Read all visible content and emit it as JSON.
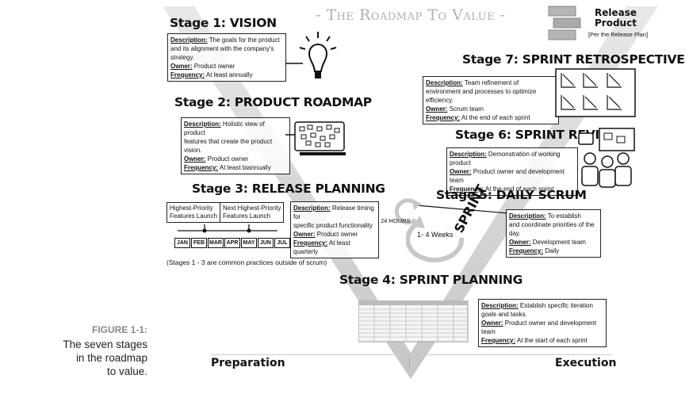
{
  "header": {
    "title": "- The Roadmap To Value -"
  },
  "release_product": {
    "title_line1": "Release",
    "title_line2": "Product",
    "subtitle": "[Per the Release Plan]"
  },
  "stages": {
    "s1": {
      "title": "Stage 1: VISION",
      "description": "The goals for the product",
      "description2": "and its alignment with the company's strategy.",
      "owner": "Product owner",
      "frequency": "At least annually"
    },
    "s2": {
      "title": "Stage 2: PRODUCT ROADMAP",
      "description": "Holistic view of product",
      "description2": "features that create the product vision.",
      "owner": "Product owner",
      "frequency": "At least biannually"
    },
    "s3": {
      "title": "Stage 3: RELEASE PLANNING",
      "description": "Release timing for",
      "description2": "specific product functionality",
      "owner": "Product owner",
      "frequency": "At least quarterly"
    },
    "s4": {
      "title": "Stage 4: SPRINT PLANNING",
      "description": "Establish specific iteration",
      "description2": "goals and tasks.",
      "owner": "Product owner and development team",
      "frequency": "At the start of each sprint"
    },
    "s5": {
      "title": "Stage 5: DAILY SCRUM",
      "description": "To establish",
      "description2": "and coordinate priorities of the day.",
      "owner": "Development team",
      "frequency": "Daily"
    },
    "s6": {
      "title": "Stage 6:  SPRINT REVIEW",
      "description": "Demonstration of working product",
      "owner": "Product owner and development team",
      "frequency": "At the end of each sprint"
    },
    "s7": {
      "title": "Stage 7:  SPRINT RETROSPECTIVE",
      "description": "Team refinement of",
      "description2": "environment and processes to optimize efficiency.",
      "owner": "Scrum team",
      "frequency": "At the end of each sprint"
    }
  },
  "labels": {
    "description": "Description:",
    "owner": "Owner:",
    "frequency": "Frequency:"
  },
  "release_features": {
    "f1_line1": "Highest-Priority",
    "f1_line2": "Features Launch",
    "f2_line1": "Next Highest-Priority",
    "f2_line2": "Features Launch"
  },
  "months": [
    "JAN",
    "FEB",
    "MAR",
    "APR",
    "MAY",
    "JUN",
    "JUL"
  ],
  "cycle": {
    "hours": "24 HOURS",
    "weeks": "1- 4 Weeks",
    "sprint": "SPRINT"
  },
  "note": "(Stages 1 - 3 are common practices outside of scrum)",
  "footer": {
    "preparation": "Preparation",
    "execution": "Execution"
  },
  "figure": {
    "label": "FIGURE 1-1:",
    "line1": "The seven stages",
    "line2": "in the roadmap",
    "line3": "to value."
  }
}
